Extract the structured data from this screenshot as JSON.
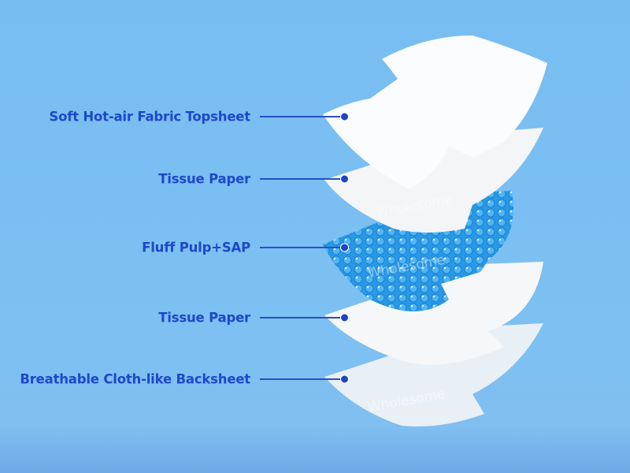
{
  "layers": [
    {
      "label": "Soft Hot-air Fabric Topsheet"
    },
    {
      "label": "Tissue Paper"
    },
    {
      "label": "Fluff Pulp+SAP"
    },
    {
      "label": "Tissue Paper"
    },
    {
      "label": "Breathable Cloth-like Backsheet"
    }
  ],
  "watermark": "Wholesome",
  "colors": {
    "label": "#1f48c8",
    "background": "#7cc0f2",
    "sap": "#2a98e6"
  }
}
